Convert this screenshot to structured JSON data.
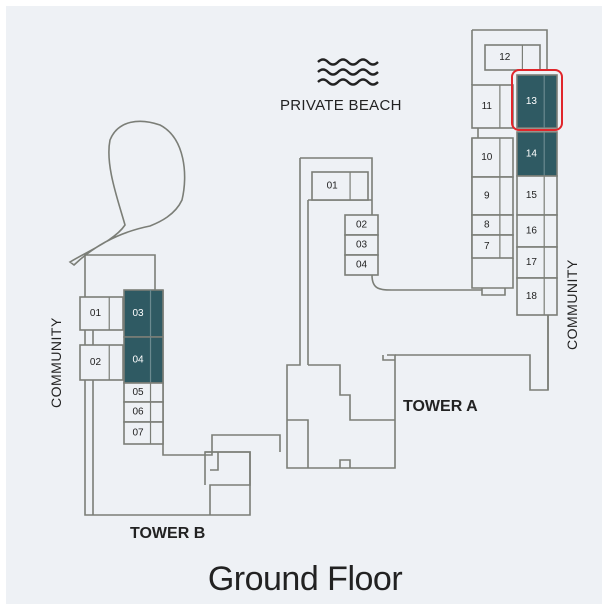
{
  "labels": {
    "private_beach": "PRIVATE BEACH",
    "tower_a": "TOWER A",
    "tower_b": "TOWER B",
    "community_left": "COMMUNITY",
    "community_right": "COMMUNITY",
    "floor_title": "Ground Floor"
  },
  "icons": {
    "beach": "waves-icon"
  },
  "colors": {
    "selected_unit": "#2f5a63",
    "highlight_outline": "#e0262b",
    "background": "#eef1f5",
    "outline": "#7b7e77"
  },
  "units": {
    "tower_a_east": [
      {
        "id": "12",
        "selected": false
      },
      {
        "id": "11",
        "selected": false
      },
      {
        "id": "13",
        "selected": true,
        "highlighted": true
      },
      {
        "id": "10",
        "selected": false
      },
      {
        "id": "14",
        "selected": true
      },
      {
        "id": "9",
        "selected": false
      },
      {
        "id": "15",
        "selected": false
      },
      {
        "id": "8",
        "selected": false
      },
      {
        "id": "7",
        "selected": false
      },
      {
        "id": "16",
        "selected": false
      },
      {
        "id": "17",
        "selected": false
      },
      {
        "id": "18",
        "selected": false
      }
    ],
    "tower_a_west": [
      {
        "id": "01",
        "selected": false
      },
      {
        "id": "02",
        "selected": false
      },
      {
        "id": "03",
        "selected": false
      },
      {
        "id": "04",
        "selected": false
      }
    ],
    "tower_b": [
      {
        "id": "01",
        "selected": false
      },
      {
        "id": "02",
        "selected": false
      },
      {
        "id": "03",
        "selected": true
      },
      {
        "id": "04",
        "selected": true
      },
      {
        "id": "05",
        "selected": false
      },
      {
        "id": "06",
        "selected": false
      },
      {
        "id": "07",
        "selected": false
      }
    ]
  }
}
